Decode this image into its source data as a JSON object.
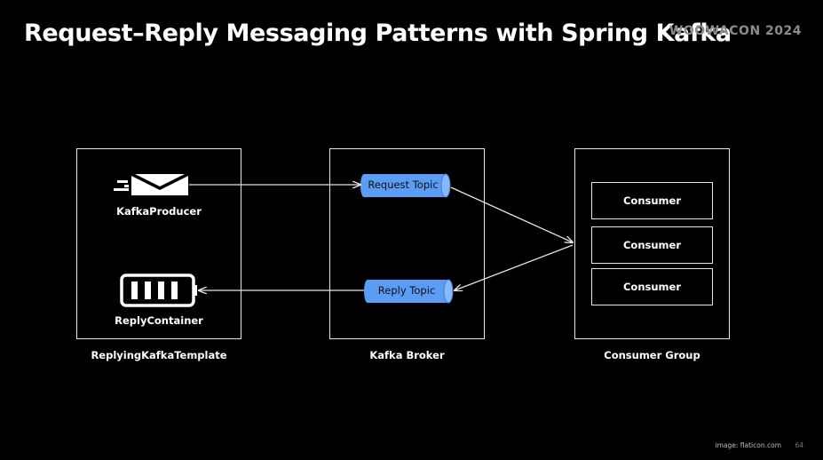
{
  "slide": {
    "title": "Request–Reply Messaging Patterns with Spring Kafka",
    "event": "WOOWACON 2024",
    "credit": "image: flaticon.com",
    "page_number": "64"
  },
  "diagram": {
    "left_box": {
      "caption": "ReplyingKafkaTemplate",
      "producer_label": "KafkaProducer",
      "producer_icon": "envelope-fast-icon",
      "container_label": "ReplyContainer",
      "container_icon": "battery-container-icon"
    },
    "middle_box": {
      "caption": "Kafka Broker",
      "request_topic": "Request Topic",
      "reply_topic": "Reply Topic"
    },
    "right_box": {
      "caption": "Consumer Group",
      "consumers": [
        "Consumer",
        "Consumer",
        "Consumer"
      ]
    },
    "colors": {
      "topic_fill": "#5b9cf5",
      "topic_cap": "#86b8fa",
      "line": "#e6e6e6",
      "background": "#000000"
    }
  }
}
